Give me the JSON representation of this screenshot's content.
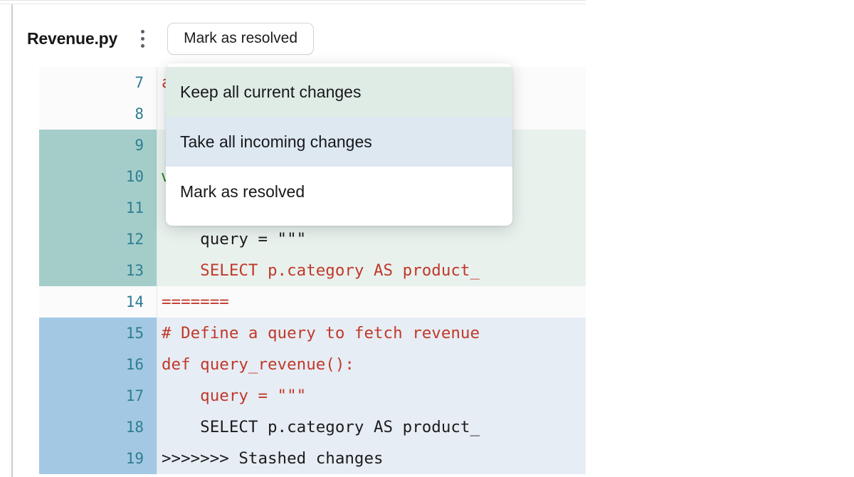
{
  "header": {
    "file_name": "Revenue.py",
    "kebab_icon": "kebab-menu-icon",
    "resolve_button_label": "Mark as resolved"
  },
  "menu": {
    "items": [
      {
        "label": "Keep all current changes",
        "state": "current",
        "bg": "#dfece6"
      },
      {
        "label": "Take all incoming changes",
        "state": "incoming",
        "bg": "#dde8f1"
      },
      {
        "label": "Mark as resolved",
        "state": "neutral",
        "bg": "#ffffff"
      }
    ]
  },
  "colors": {
    "gutter_current": "#a4cdc9",
    "gutter_incoming": "#a3c8e3",
    "code_current_bg": "#e9f1ed",
    "code_incoming_bg": "#e7edf4",
    "line_number": "#2e7d92",
    "code_red": "#c0392b",
    "code_green": "#128012",
    "panel_border": "#cccccc"
  },
  "editor": {
    "lines": [
      {
        "num": "7",
        "region": "plain",
        "segments": [
          {
            "text": "any_d",
            "style": "red"
          }
        ]
      },
      {
        "num": "8",
        "region": "plain",
        "segments": []
      },
      {
        "num": "9",
        "region": "ours",
        "segments": []
      },
      {
        "num": "10",
        "region": "ours",
        "segments": [
          {
            "text": "venue",
            "style": "green"
          }
        ]
      },
      {
        "num": "11",
        "region": "ours",
        "segments": []
      },
      {
        "num": "12",
        "region": "ours",
        "segments": [
          {
            "text": "    query = \"\"\"",
            "style": "dark"
          }
        ]
      },
      {
        "num": "13",
        "region": "ours",
        "segments": [
          {
            "text": "    SELECT p.category AS product_",
            "style": "red"
          }
        ]
      },
      {
        "num": "14",
        "region": "plain",
        "segments": [
          {
            "text": "=======",
            "style": "red"
          }
        ]
      },
      {
        "num": "15",
        "region": "theirs",
        "segments": [
          {
            "text": "# Define a query to fetch revenue",
            "style": "red"
          }
        ]
      },
      {
        "num": "16",
        "region": "theirs",
        "segments": [
          {
            "text": "def query_revenue():",
            "style": "red"
          }
        ]
      },
      {
        "num": "17",
        "region": "theirs",
        "segments": [
          {
            "text": "    query = \"\"\"",
            "style": "red"
          }
        ]
      },
      {
        "num": "18",
        "region": "theirs",
        "segments": [
          {
            "text": "    SELECT p.category AS product_",
            "style": "dark"
          }
        ]
      },
      {
        "num": "19",
        "region": "theirs",
        "segments": [
          {
            "text": ">>>>>>> Stashed changes",
            "style": "dark"
          }
        ]
      }
    ]
  }
}
